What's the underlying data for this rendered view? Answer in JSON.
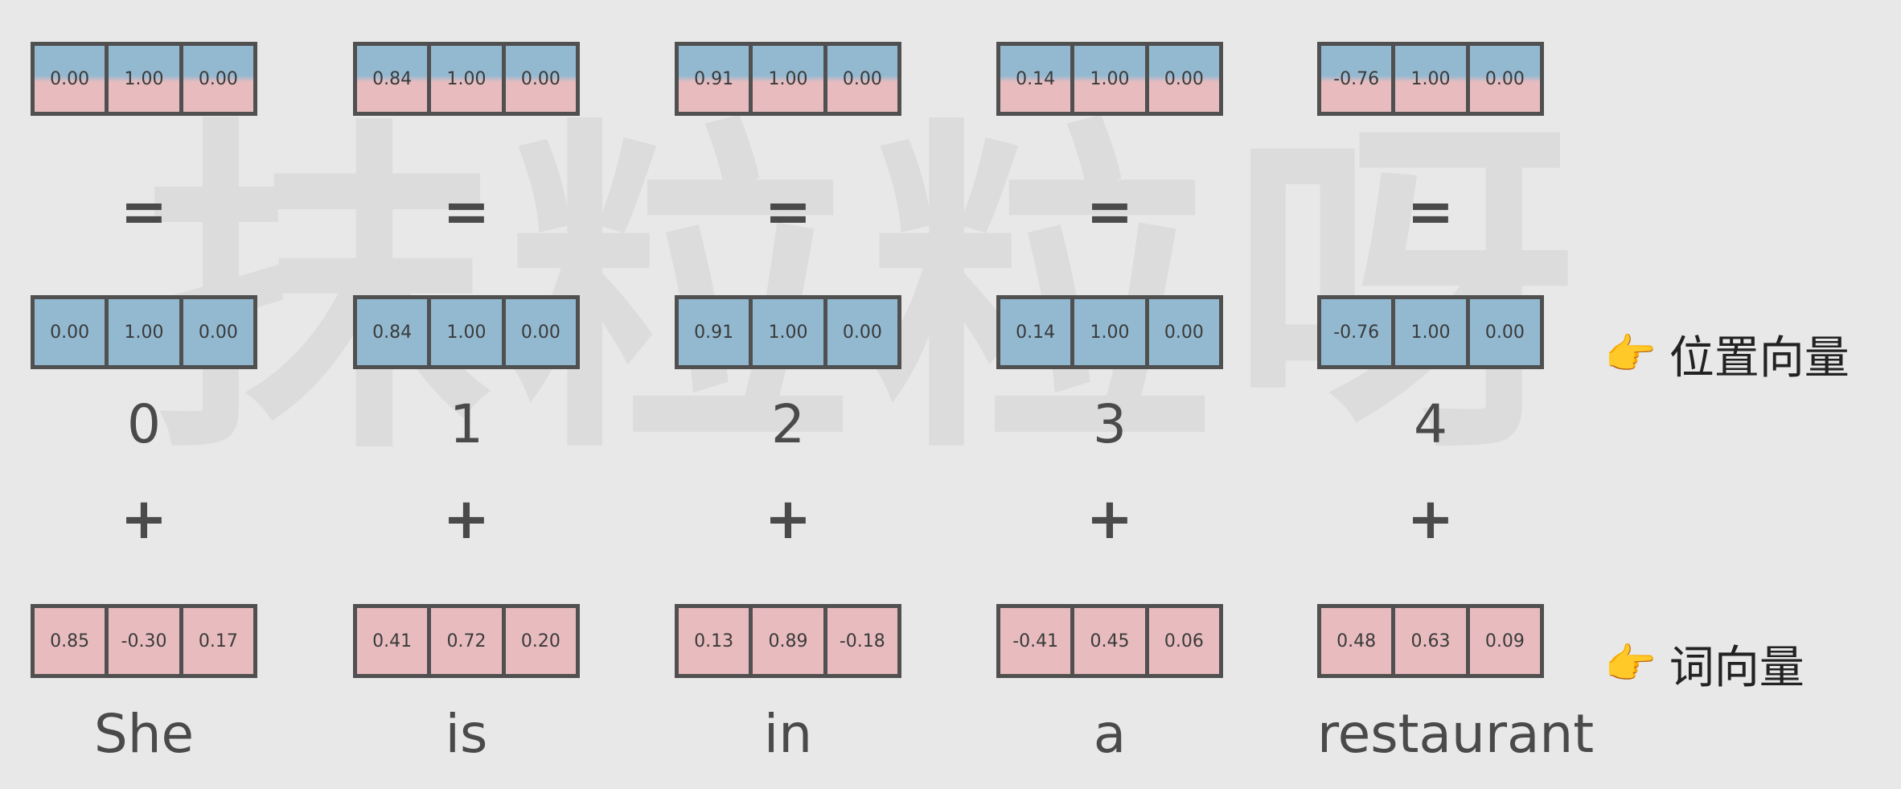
{
  "watermark": "抹粒粒呀",
  "operators": {
    "equals": "=",
    "plus": "+"
  },
  "columns": [
    {
      "token": "She",
      "index": "0",
      "sum": [
        "0.00",
        "1.00",
        "0.00"
      ],
      "position": [
        "0.00",
        "1.00",
        "0.00"
      ],
      "word": [
        "0.85",
        "-0.30",
        "0.17"
      ]
    },
    {
      "token": "is",
      "index": "1",
      "sum": [
        "0.84",
        "1.00",
        "0.00"
      ],
      "position": [
        "0.84",
        "1.00",
        "0.00"
      ],
      "word": [
        "0.41",
        "0.72",
        "0.20"
      ]
    },
    {
      "token": "in",
      "index": "2",
      "sum": [
        "0.91",
        "1.00",
        "0.00"
      ],
      "position": [
        "0.91",
        "1.00",
        "0.00"
      ],
      "word": [
        "0.13",
        "0.89",
        "-0.18"
      ]
    },
    {
      "token": "a",
      "index": "3",
      "sum": [
        "0.14",
        "1.00",
        "0.00"
      ],
      "position": [
        "0.14",
        "1.00",
        "0.00"
      ],
      "word": [
        "-0.41",
        "0.45",
        "0.06"
      ]
    },
    {
      "token": "restaurant",
      "index": "4",
      "sum": [
        "-0.76",
        "1.00",
        "0.00"
      ],
      "position": [
        "-0.76",
        "1.00",
        "0.00"
      ],
      "word": [
        "0.48",
        "0.63",
        "0.09"
      ]
    }
  ],
  "labels": {
    "pointer_icon": "👉",
    "position_vector": "位置向量",
    "word_vector": "词向量"
  },
  "colors": {
    "position": "#93b9d1",
    "word": "#e8bcbf",
    "border": "#505050",
    "background": "#e8e8e8"
  }
}
